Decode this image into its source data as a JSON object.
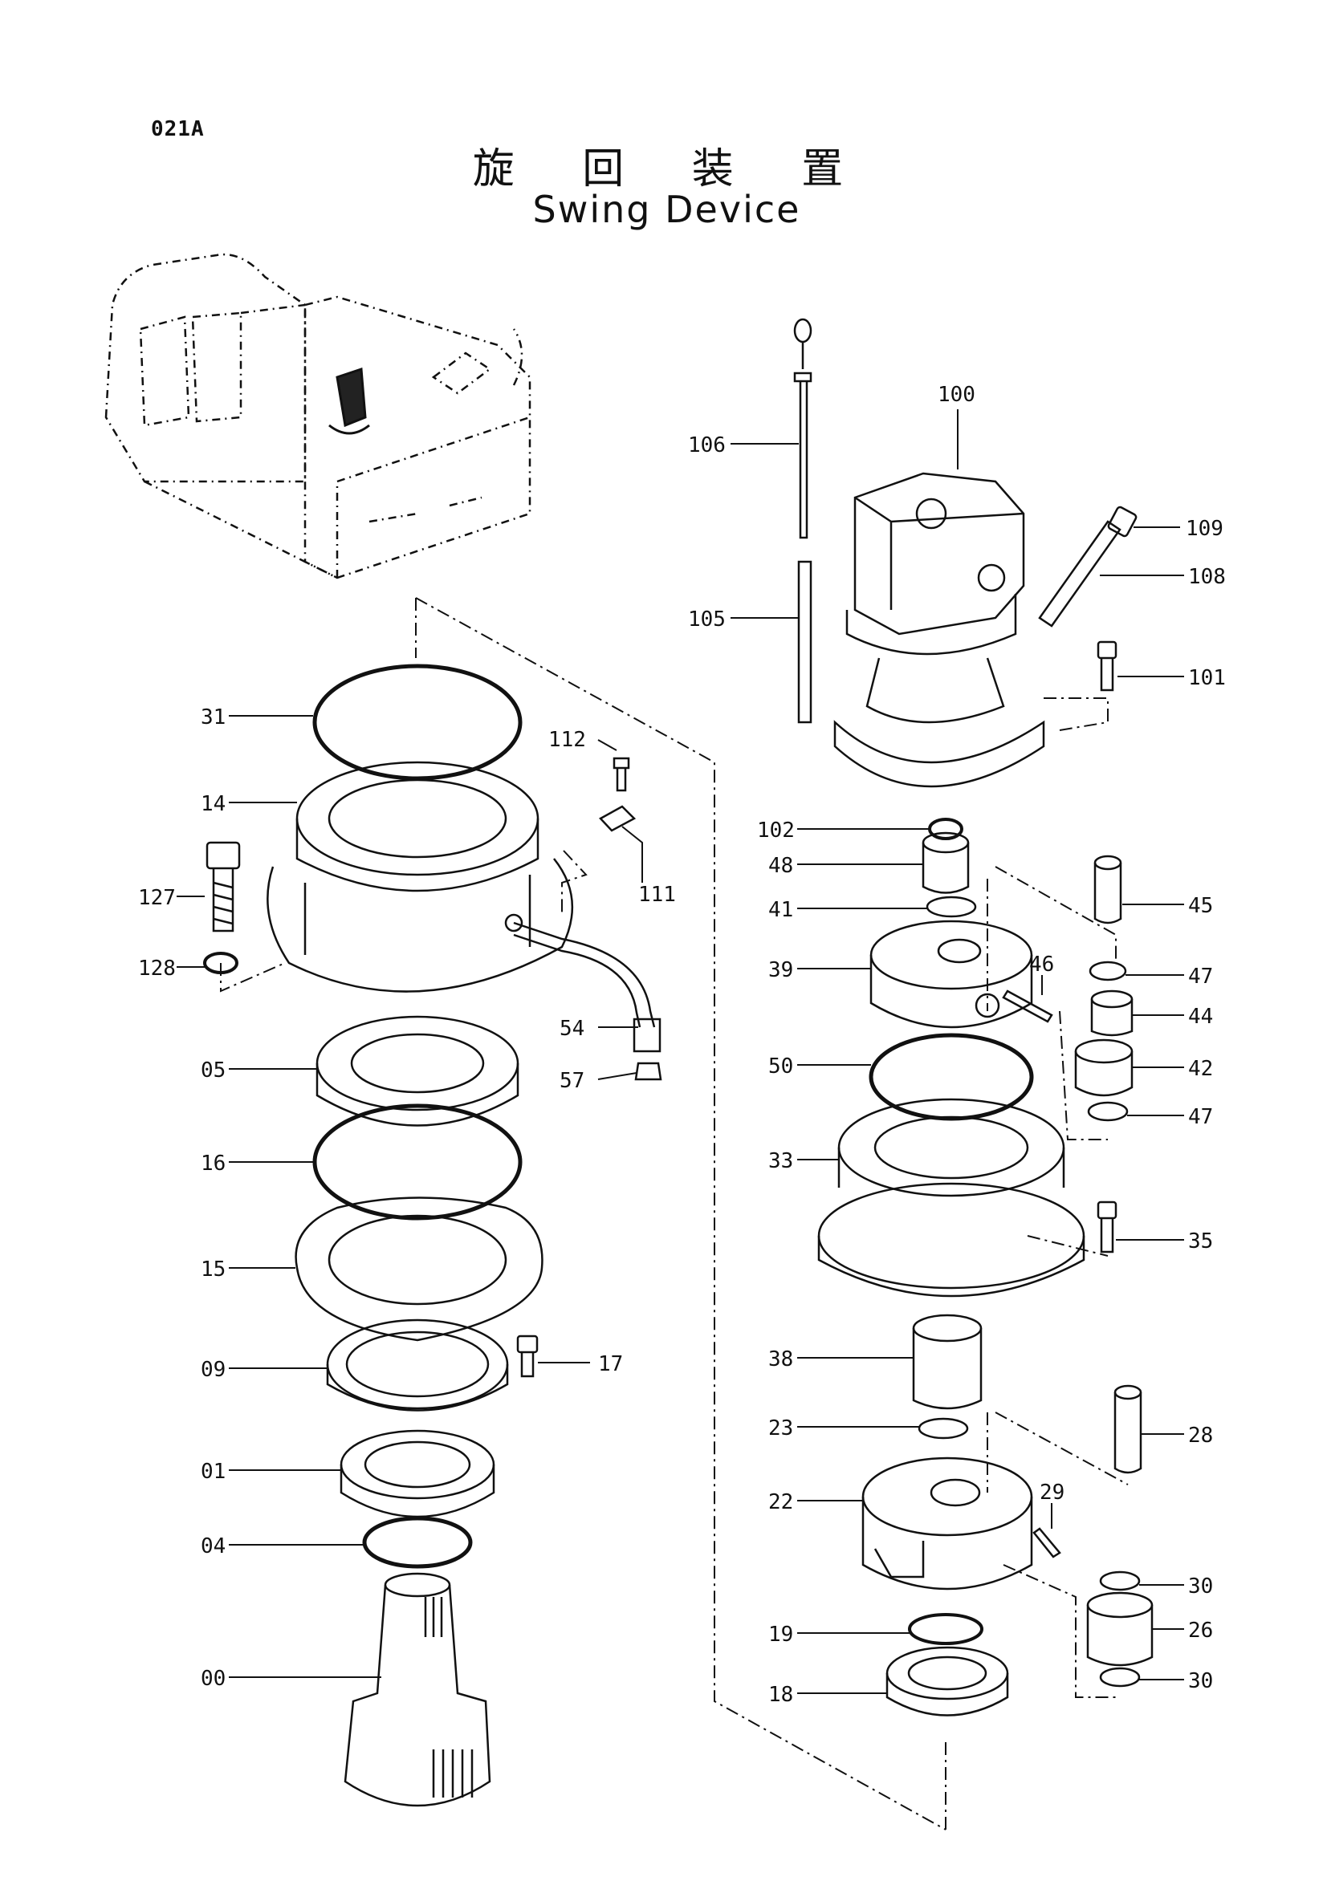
{
  "header": {
    "page_code": "021A",
    "title_jp": "旋 回 装 置",
    "title_en": "Swing Device"
  },
  "callouts": {
    "c00": "00",
    "c01": "01",
    "c04": "04",
    "c05": "05",
    "c09": "09",
    "c14": "14",
    "c15": "15",
    "c16": "16",
    "c17": "17",
    "c18": "18",
    "c19": "19",
    "c22": "22",
    "c23": "23",
    "c26": "26",
    "c28": "28",
    "c29": "29",
    "c30a": "30",
    "c30b": "30",
    "c31": "31",
    "c33": "33",
    "c35": "35",
    "c38": "38",
    "c39": "39",
    "c41": "41",
    "c42": "42",
    "c44": "44",
    "c45": "45",
    "c46": "46",
    "c47a": "47",
    "c47b": "47",
    "c48": "48",
    "c50": "50",
    "c54": "54",
    "c57": "57",
    "c100": "100",
    "c101": "101",
    "c102": "102",
    "c105": "105",
    "c106": "106",
    "c108": "108",
    "c109": "109",
    "c111": "111",
    "c112": "112",
    "c127": "127",
    "c128": "128"
  }
}
